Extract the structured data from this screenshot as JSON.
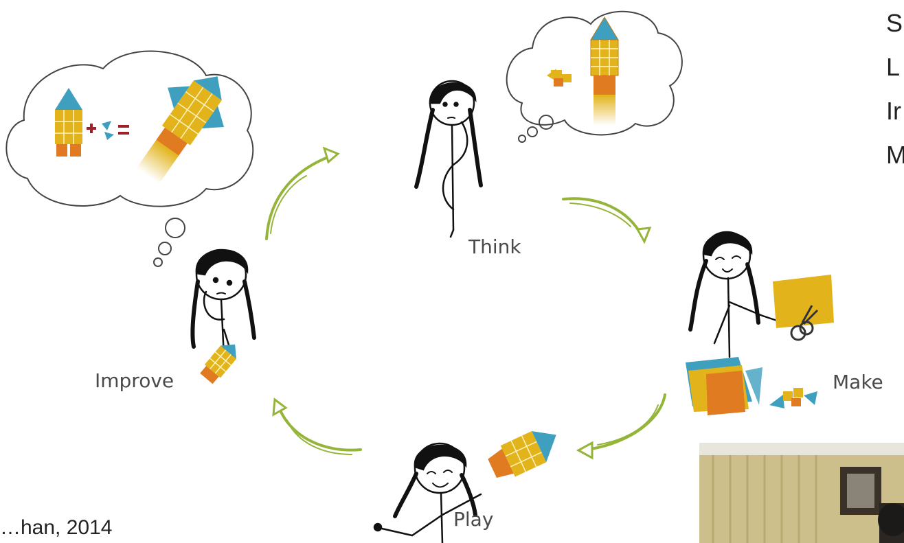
{
  "stages": {
    "think": "Think",
    "make": "Make",
    "play": "Play",
    "improve": "Improve"
  },
  "side_text": [
    "S",
    "L",
    "Ir",
    "M"
  ],
  "citation": "…han, 2014",
  "colors": {
    "arrow": "#95b43a",
    "tile_yellow": "#e2b31a",
    "tile_orange": "#e07b22",
    "tile_teal": "#3f9fbf",
    "ink": "#111111"
  }
}
